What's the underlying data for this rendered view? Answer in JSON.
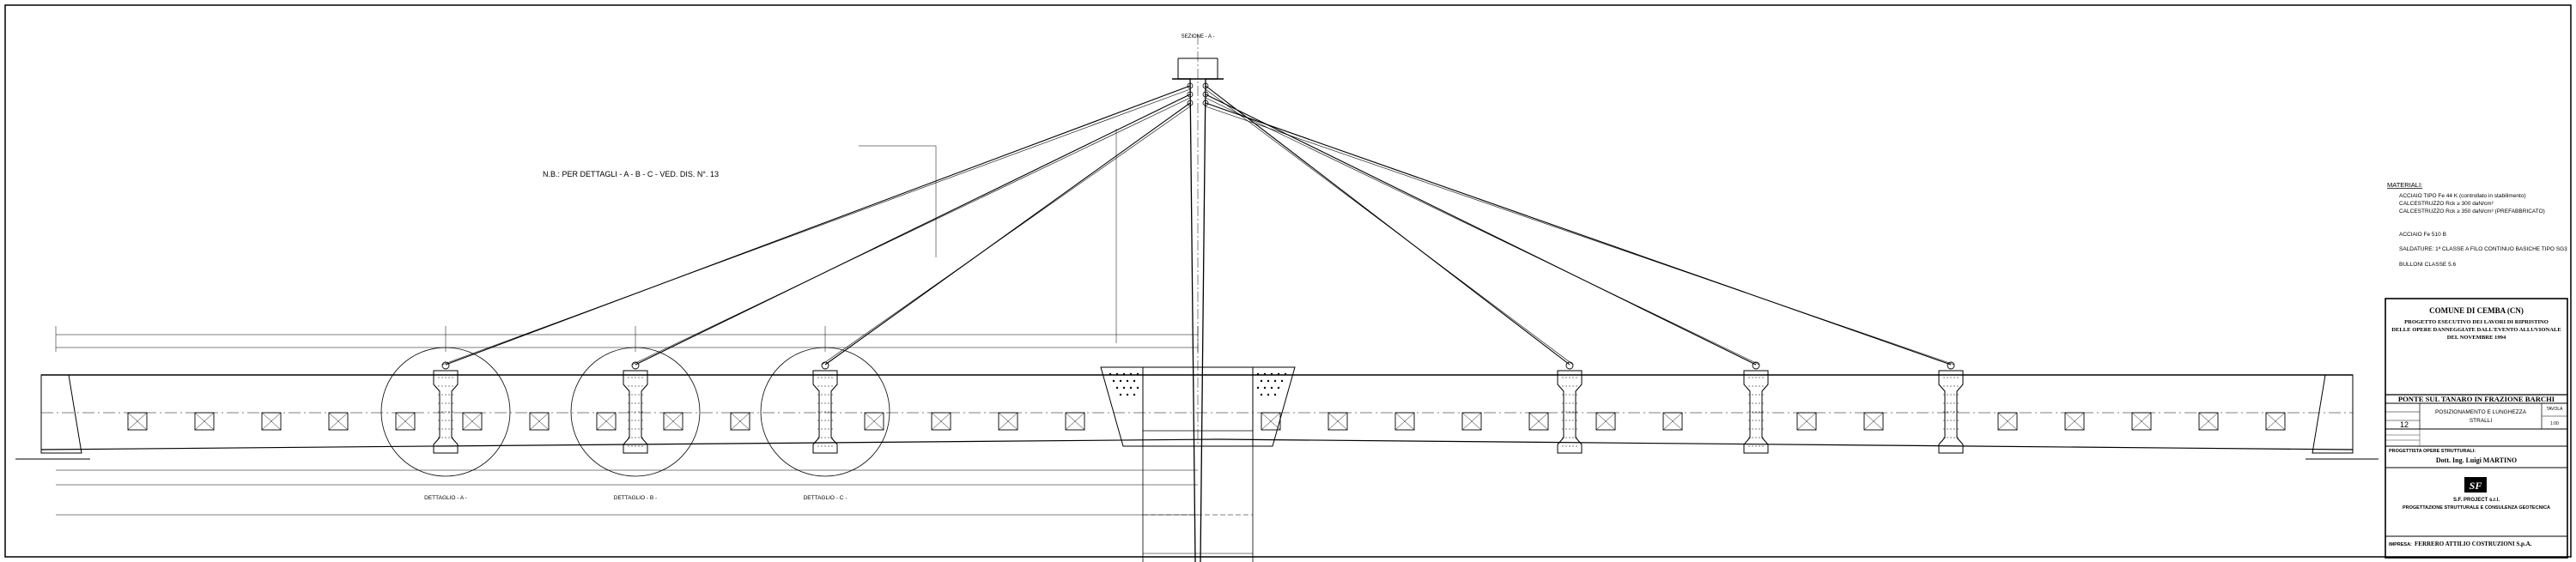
{
  "section_label": "SEZIONE - A -",
  "note": "N.B.: PER DETTAGLI - A - B - C - VED. DIS. N°. 13",
  "detail_labels": [
    "DETTAGLIO - A -",
    "DETTAGLIO - B -",
    "DETTAGLIO - C -"
  ],
  "materials": {
    "heading": "MATERIALI:",
    "lines": [
      "ACCIAIO TIPO Fe 44 K (controllato in stabilimento)",
      "CALCESTRUZZO Rck ≥ 300 daN/cm²",
      "CALCESTRUZZO Rck ≥ 350 daN/cm² (PREFABBRICATO)",
      "",
      "ACCIAIO Fe 510 B",
      "",
      "SALDATURE: 1ª CLASSE A FILO CONTINUO BASICHE TIPO SG3",
      "",
      "BULLONI CLASSE 5.6"
    ]
  },
  "title_block": {
    "comune": "COMUNE DI CEMBA  (CN)",
    "project_lines": [
      "PROGETTO ESECUTIVO DEI LAVORI DI RIPRISTINO",
      "DELLE OPERE DANNEGGIATE DALL'EVENTO ALLUVIONALE",
      "DEL NOVEMBRE 1994"
    ],
    "bridge_title": "PONTE SUL TANARO IN FRAZIONE BARCHI",
    "drawing_title_lines": [
      "POSIZIONAMENTO E LUNGHEZZA",
      "STRALLI"
    ],
    "sheet_label": "TAVOLA",
    "sheet_number": "12",
    "scale": "1:00",
    "designer_heading": "PROGETTISTA OPERE STRUTTURALI:",
    "designer": "Dott. Ing.   Luigi MARTINO",
    "firm_logo": "SF",
    "firm_name": "S.F. PROJECT s.r.l.",
    "firm_tagline": "PROGETTAZIONE STRUTTURALE E CONSULENZA GEOTECNICA",
    "company_heading": "IMPRESA:",
    "company": "FERRERO ATTILIO COSTRUZIONI S.p.A."
  }
}
